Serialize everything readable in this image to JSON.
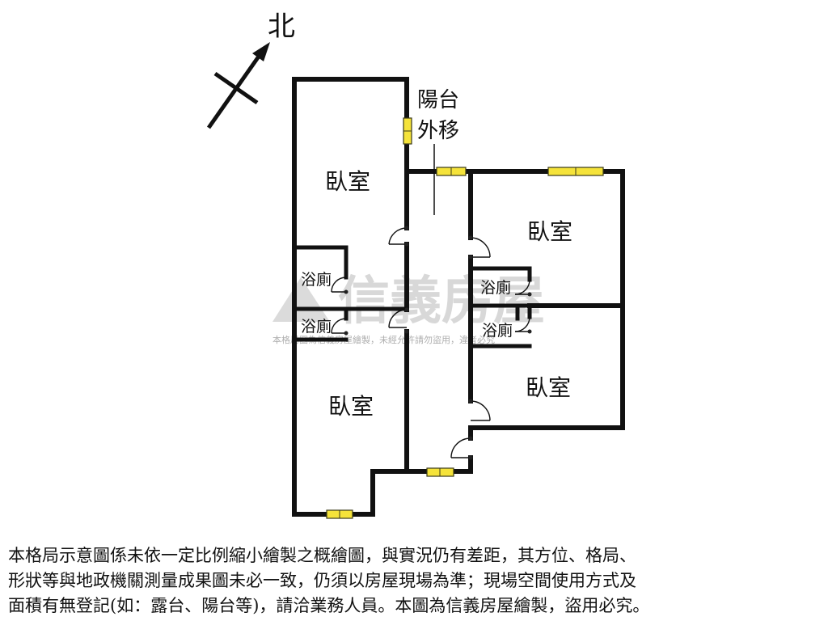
{
  "compass": {
    "label": "北"
  },
  "rooms": {
    "bedroom_northwest": "臥室",
    "bedroom_northeast": "臥室",
    "bedroom_southeast": "臥室",
    "bedroom_southwest": "臥室",
    "bath_west_upper": "浴廁",
    "bath_west_lower": "浴廁",
    "bath_east_upper": "浴廁",
    "bath_east_lower": "浴廁"
  },
  "annotation": {
    "line1": "陽台",
    "line2": "外移"
  },
  "watermark": {
    "brand": "信義房屋",
    "subtext": "本格局圖為信義房屋繪製，未經允許請勿盜用，違者必究"
  },
  "disclaimer": {
    "line1": "本格局示意圖係未依一定比例縮小繪製之概繪圖，與實況仍有差距，其方位、格局、",
    "line2": "形狀等與地政機關測量成果圖未必一致，仍須以房屋現場為準；現場空間使用方式及",
    "line3": "面積有無登記(如：露台、陽台等)，請洽業務人員。本圖為信義房屋繪製，盜用必究。"
  },
  "colors": {
    "wall": "#111111",
    "window": "#f5e33a",
    "watermark": "#b8b8b8"
  }
}
